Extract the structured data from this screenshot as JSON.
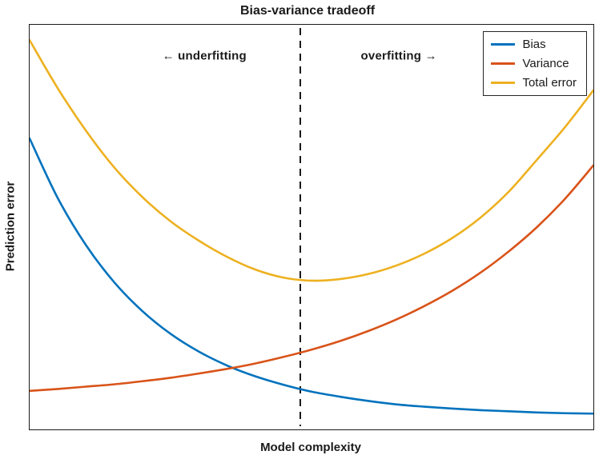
{
  "chart_data": {
    "type": "line",
    "title": "Bias-variance tradeoff",
    "xlabel": "Model complexity",
    "ylabel": "Prediction error",
    "xlim": [
      0,
      1
    ],
    "ylim": [
      0,
      1.05
    ],
    "grid": false,
    "axis_ticks": "none",
    "x": [
      0,
      0.05,
      0.1,
      0.15,
      0.2,
      0.25,
      0.3,
      0.35,
      0.4,
      0.45,
      0.5,
      0.55,
      0.6,
      0.65,
      0.7,
      0.75,
      0.8,
      0.85,
      0.9,
      0.95,
      1.0
    ],
    "series": [
      {
        "name": "Bias",
        "color": "#0072BD",
        "values": [
          0.755,
          0.6,
          0.478,
          0.382,
          0.307,
          0.248,
          0.202,
          0.166,
          0.138,
          0.116,
          0.098,
          0.085,
          0.074,
          0.065,
          0.059,
          0.054,
          0.05,
          0.047,
          0.044,
          0.042,
          0.041
        ]
      },
      {
        "name": "Variance",
        "color": "#D95319",
        "values": [
          0.1,
          0.105,
          0.111,
          0.117,
          0.125,
          0.134,
          0.145,
          0.157,
          0.171,
          0.188,
          0.207,
          0.229,
          0.255,
          0.285,
          0.32,
          0.36,
          0.407,
          0.462,
          0.525,
          0.599,
          0.685
        ]
      },
      {
        "name": "Total error",
        "color": "#EDB120",
        "values": [
          1.01,
          0.885,
          0.775,
          0.68,
          0.603,
          0.54,
          0.49,
          0.448,
          0.415,
          0.394,
          0.386,
          0.39,
          0.403,
          0.425,
          0.456,
          0.497,
          0.55,
          0.617,
          0.7,
          0.785,
          0.88
        ]
      }
    ],
    "vline": {
      "x": 0.48,
      "style": "dashed",
      "color": "#1a1a1a"
    },
    "annotations": [
      {
        "text": "←  underfitting",
        "x": 0.31,
        "y": 0.97
      },
      {
        "text": "overfitting  →",
        "x": 0.655,
        "y": 0.97
      }
    ],
    "legend": {
      "position": "top-right",
      "entries": [
        "Bias",
        "Variance",
        "Total error"
      ]
    }
  }
}
